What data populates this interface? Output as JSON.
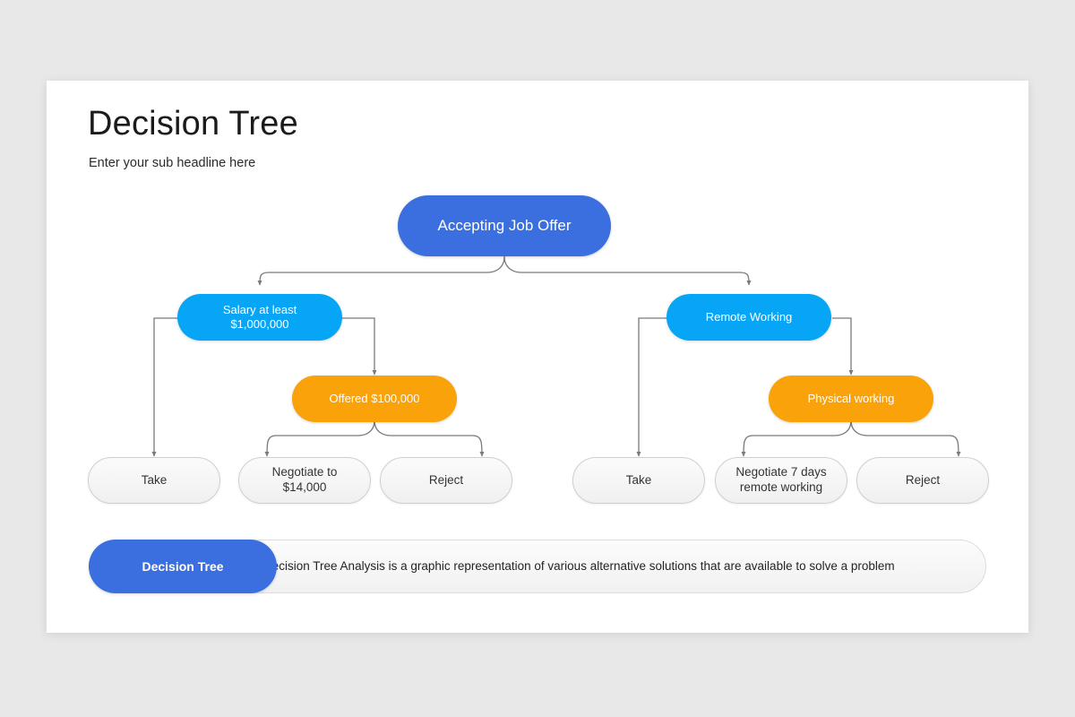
{
  "slide": {
    "title": "Decision Tree",
    "subtitle": "Enter your sub headline here"
  },
  "colors": {
    "background": "#e8e8e9",
    "slide": "#ffffff",
    "root_node": "#3b6fe0",
    "level2_node": "#06a5f5",
    "level3_node": "#f9a209",
    "leaf_node": "#f2f2f2",
    "connector": "#7a7a7a"
  },
  "chart_data": {
    "type": "diagram",
    "title": "Decision Tree",
    "nodes": [
      {
        "id": "root",
        "label": "Accepting Job Offer",
        "level": 1,
        "color": "#3b6fe0"
      },
      {
        "id": "salary",
        "label": "Salary at least\n$1,000,000",
        "level": 2,
        "color": "#06a5f5"
      },
      {
        "id": "remote",
        "label": "Remote Working",
        "level": 2,
        "color": "#06a5f5"
      },
      {
        "id": "offered",
        "label": "Offered $100,000",
        "level": 3,
        "color": "#f9a209"
      },
      {
        "id": "physical",
        "label": "Physical working",
        "level": 3,
        "color": "#f9a209"
      },
      {
        "id": "take-l",
        "label": "Take",
        "level": 4,
        "color": "#f2f2f2"
      },
      {
        "id": "negot-l",
        "label": "Negotiate to\n$14,000",
        "level": 4,
        "color": "#f2f2f2"
      },
      {
        "id": "reject-l",
        "label": "Reject",
        "level": 4,
        "color": "#f2f2f2"
      },
      {
        "id": "take-r",
        "label": "Take",
        "level": 4,
        "color": "#f2f2f2"
      },
      {
        "id": "negot-r",
        "label": "Negotiate 7 days\nremote working",
        "level": 4,
        "color": "#f2f2f2"
      },
      {
        "id": "reject-r",
        "label": "Reject",
        "level": 4,
        "color": "#f2f2f2"
      }
    ],
    "edges": [
      {
        "from": "root",
        "to": "salary"
      },
      {
        "from": "root",
        "to": "remote"
      },
      {
        "from": "salary",
        "to": "take-l"
      },
      {
        "from": "salary",
        "to": "offered"
      },
      {
        "from": "offered",
        "to": "negot-l"
      },
      {
        "from": "offered",
        "to": "reject-l"
      },
      {
        "from": "remote",
        "to": "take-r"
      },
      {
        "from": "remote",
        "to": "physical"
      },
      {
        "from": "physical",
        "to": "negot-r"
      },
      {
        "from": "physical",
        "to": "reject-r"
      }
    ]
  },
  "caption": {
    "tag": "Decision Tree",
    "text": "A Decision Tree Analysis is a graphic representation  of various alternative solutions that are available to solve a problem"
  }
}
